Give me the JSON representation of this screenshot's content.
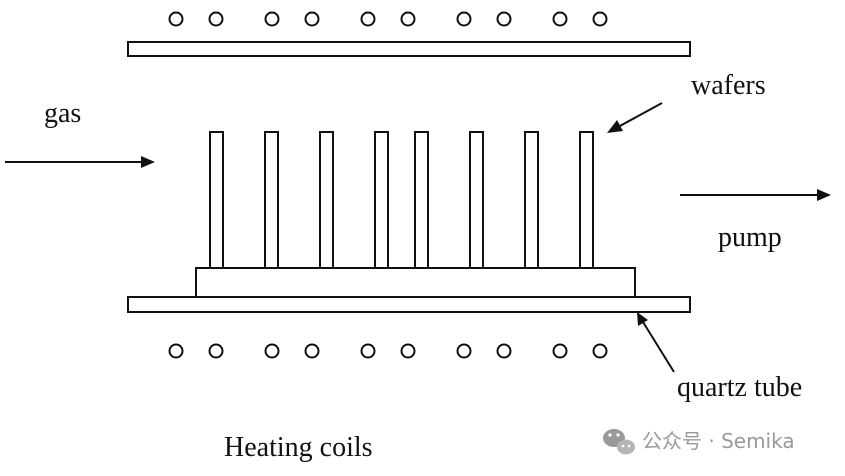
{
  "labels": {
    "gas": "gas",
    "wafers": "wafers",
    "pump": "pump",
    "quartz_tube": "quartz tube",
    "heating_coils": "Heating coils"
  },
  "watermark": {
    "text": "公众号 · Semika",
    "icon": "wechat-icon"
  },
  "counts": {
    "wafers": 8,
    "coils_per_row": 10
  },
  "colors": {
    "line": "#111111",
    "watermark": "#9a9a9a"
  }
}
